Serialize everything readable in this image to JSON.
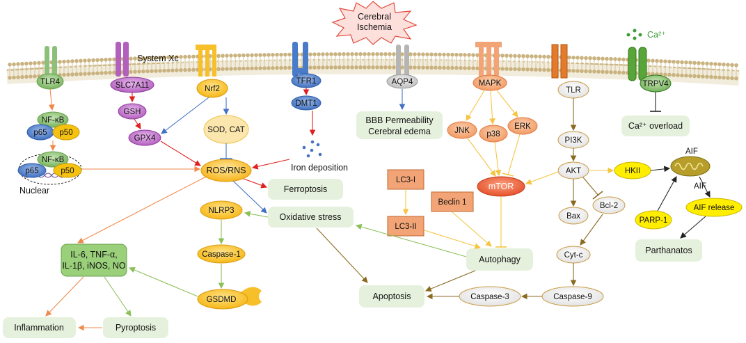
{
  "stimulus": {
    "line1": "Cerebral",
    "line2": "Ischemia"
  },
  "ions": {
    "ca": "Ca²⁺",
    "ca_overload": "Ca²⁺ overload"
  },
  "receptors": {
    "tlr4": "TLR4",
    "slc7a11": "SLC7A11",
    "system_xc": "System Xc",
    "nrf2": "Nrf2",
    "tfr1": "TFR1",
    "dmt1": "DMT1",
    "aqp4": "AQP4",
    "mapk": "MAPK",
    "tlr": "TLR",
    "trpv4": "TRPV4"
  },
  "nfkb": {
    "nfkb_top": "NF-κB",
    "p65_top": "p65",
    "p50_top": "p50",
    "nfkb_nuc": "NF-κB",
    "p65_nuc": "p65",
    "p50_nuc": "p50",
    "nuclear": "Nuclear"
  },
  "nodes": {
    "gsh": "GSH",
    "gpx4": "GPX4",
    "sod_cat": "SOD, CAT",
    "ros_rns": "ROS/RNS",
    "iron_deposition": "Iron deposition",
    "ferroptosis": "Ferroptosis",
    "oxidative_stress": "Oxidative stress",
    "nlrp3": "NLRP3",
    "caspase1": "Caspase-1",
    "gsdmd": "GSDMD",
    "cytokines_l1": "IL-6, TNF-α,",
    "cytokines_l2": "IL-1β, iNOS, NO",
    "inflammation": "Inflammation",
    "pyroptosis": "Pyroptosis",
    "bbb_l1": "BBB Permeability",
    "bbb_l2": "Cerebral edema",
    "jnk": "JNK",
    "p38": "p38",
    "erk": "ERK",
    "mtor": "mTOR",
    "lc3i": "LC3-I",
    "lc3ii": "LC3-II",
    "beclin1": "Beclin 1",
    "autophagy": "Autophagy",
    "apoptosis": "Apoptosis",
    "caspase3": "Caspase-3",
    "caspase9": "Caspase-9",
    "pi3k": "PI3K",
    "akt": "AKT",
    "bax": "Bax",
    "bcl2": "Bcl-2",
    "cytc": "Cyt-c",
    "hkii": "HKII",
    "aif_top": "AIF",
    "aif_bottom": "AIF",
    "parp1": "PARP-1",
    "aif_release": "AIF release",
    "parthanatos": "Parthanatos"
  },
  "colors": {
    "membrane": "#c9b27e",
    "green_box": "#e6f1dd",
    "tlr4": "#8cc07a",
    "slc7a11": "#b25fbe",
    "nrf2": "#f7bf2a",
    "tfr1": "#4a7bc8",
    "aqp4": "#b5b5b5",
    "mapk": "#f2a476",
    "tlr": "#e47a2c",
    "trpv4": "#5aa53a",
    "mtor": "#e95c3a",
    "yellow": "#ffee00"
  }
}
